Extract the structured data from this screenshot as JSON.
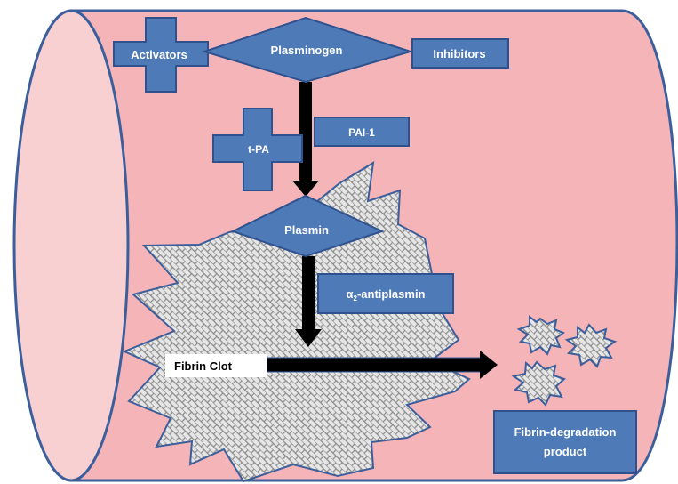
{
  "nodes": {
    "plasminogen": "Plasminogen",
    "activators": "Activators",
    "inhibitors": "Inhibitors",
    "tpa": "t-PA",
    "pai1": "PAI-1",
    "plasmin": "Plasmin",
    "antiplasmin_prefix": "α",
    "antiplasmin_sub": "2",
    "antiplasmin_suffix": "-antiplasmin",
    "fibrin_clot": "Fibrin Clot",
    "fdp_line1": "Fibrin-degradation",
    "fdp_line2": "product"
  },
  "colors": {
    "vessel_fill": "#f4b4b8",
    "vessel_end": "#f9d0d2",
    "vessel_stroke": "#3c5f9c",
    "shape_fill": "#4f7ab8",
    "shape_stroke": "#2f528f",
    "arrow": "#000000"
  }
}
